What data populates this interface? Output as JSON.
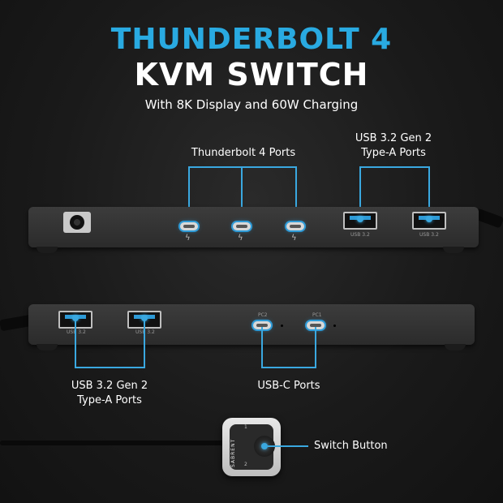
{
  "header": {
    "title_line1": "THUNDERBOLT 4",
    "title_line2": "KVM SWITCH",
    "subtitle": "With 8K Display and 60W Charging"
  },
  "callouts": {
    "tb4_ports": "Thunderbolt 4 Ports",
    "usb_top_line1": "USB 3.2 Gen 2",
    "usb_top_line2": "Type-A Ports",
    "usb_bottom_line1": "USB 3.2 Gen 2",
    "usb_bottom_line2": "Type-A Ports",
    "usbc_ports": "USB-C Ports",
    "switch_button": "Switch Button"
  },
  "device_labels": {
    "usb32": "USB 3.2",
    "pc1": "PC1",
    "pc2": "PC2",
    "brand": "SABRENT",
    "switch_pos1": "1",
    "switch_pos2": "2"
  },
  "colors": {
    "accent": "#29aae1",
    "background": "#1a1a1a",
    "text": "#ffffff"
  },
  "icons": [
    "thunderbolt-icon",
    "dc-power-jack-icon",
    "usb-a-port-icon",
    "usb-c-port-icon"
  ]
}
